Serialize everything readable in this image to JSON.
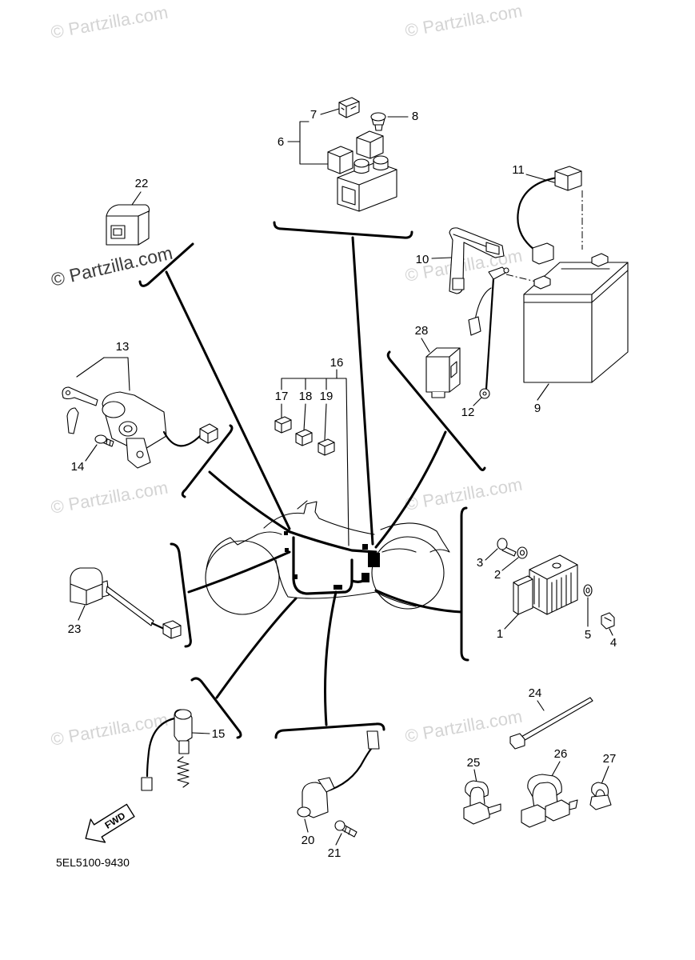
{
  "watermark": "© Partzilla.com",
  "callouts": {
    "1": "1",
    "2": "2",
    "3": "3",
    "4": "4",
    "5": "5",
    "6": "6",
    "7": "7",
    "8": "8",
    "9": "9",
    "10": "10",
    "11": "11",
    "12": "12",
    "13": "13",
    "14": "14",
    "15": "15",
    "16": "16",
    "17": "17",
    "18": "18",
    "19": "19",
    "20": "20",
    "21": "21",
    "22": "22",
    "23": "23",
    "24": "24",
    "25": "25",
    "26": "26",
    "27": "27",
    "28": "28"
  },
  "diagram_code": "5EL5100-9430",
  "fwd_label": "FWD"
}
